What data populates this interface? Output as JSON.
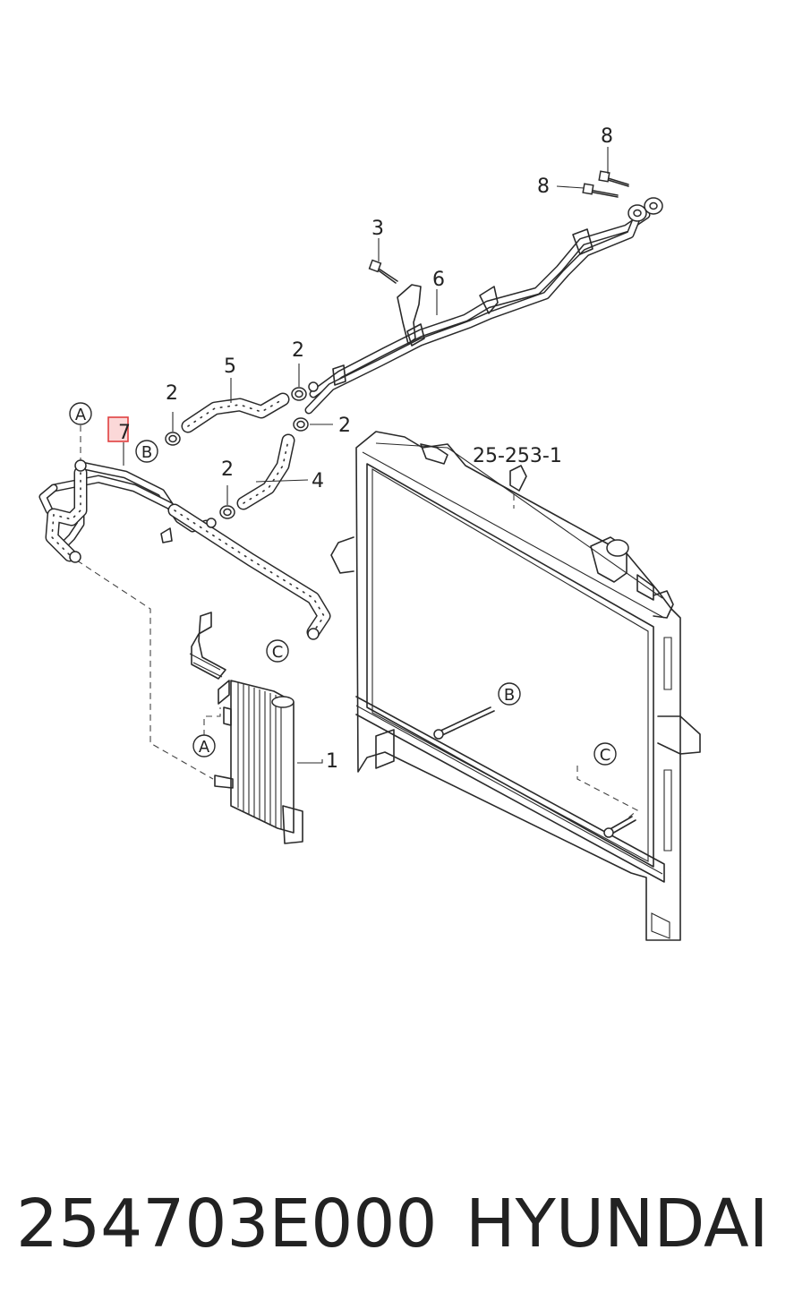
{
  "callouts": {
    "c1": "1",
    "c2a": "2",
    "c2b": "2",
    "c2c": "2",
    "c2d": "2",
    "c3": "3",
    "c4": "4",
    "c5": "5",
    "c6": "6",
    "c7": "7",
    "c8a": "8",
    "c8b": "8",
    "ref": "25-253-1"
  },
  "connectors": {
    "a_top": "A",
    "a_bottom": "A",
    "b_left": "B",
    "b_right": "B",
    "c_left": "C",
    "c_right": "C"
  },
  "caption": {
    "part_number": "254703E000",
    "brand": "HYUNDAI"
  },
  "highlight_color": "#e04040"
}
